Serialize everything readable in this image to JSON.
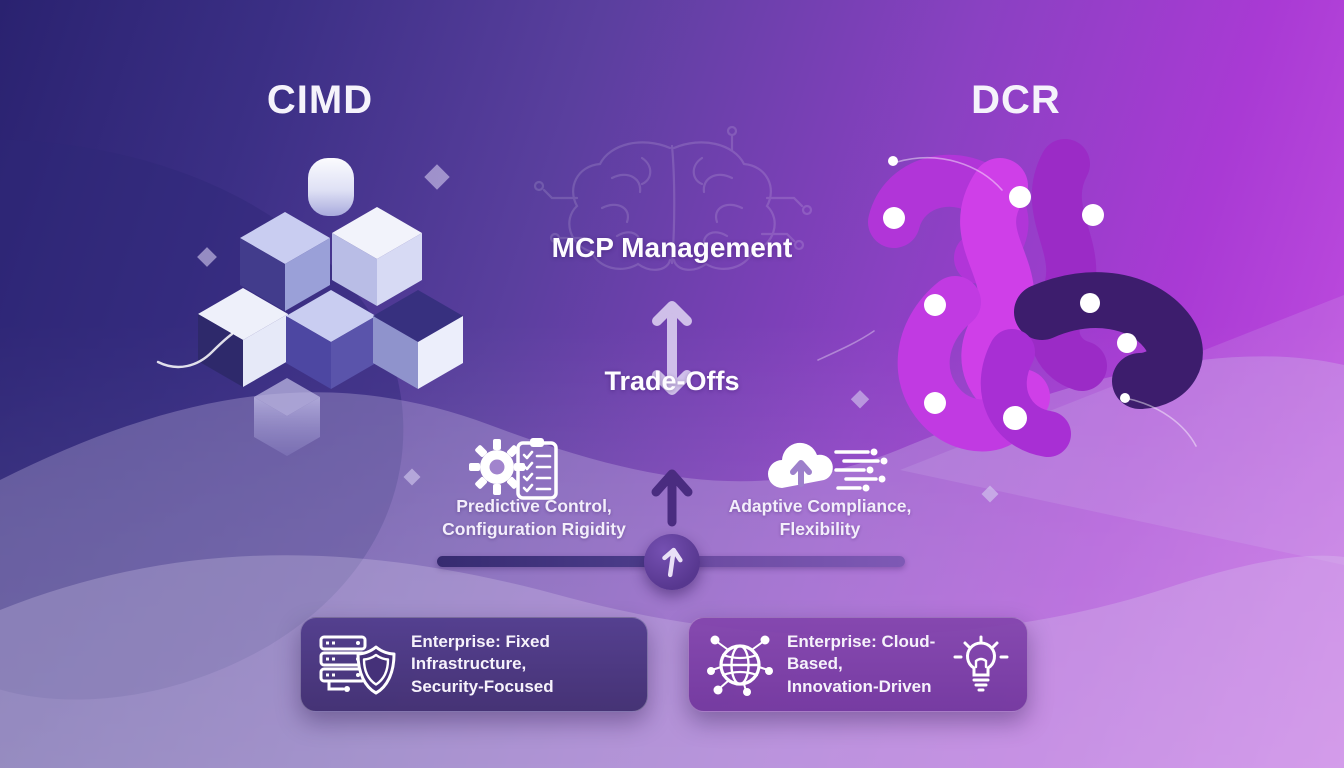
{
  "header": {
    "left_title": "CIMD",
    "right_title": "DCR"
  },
  "center": {
    "heading": "MCP Management",
    "subheading": "Trade-Offs"
  },
  "tradeoff_labels": {
    "left": {
      "line1": "Predictive Control,",
      "line2": "Configuration Rigidity"
    },
    "right": {
      "line1": "Adaptive Compliance,",
      "line2": "Flexibility"
    }
  },
  "slider": {
    "position_percent": 50
  },
  "cards": {
    "left": {
      "line1": "Enterprise: Fixed Infrastructure,",
      "line2": "Security-Focused"
    },
    "right": {
      "line1": "Enterprise: Cloud-Based,",
      "line2": "Innovation-Driven"
    }
  },
  "icons": [
    "gear-icon",
    "checklist-clipboard-icon",
    "cloud-upload-icon",
    "data-lines-icon",
    "up-arrow-icon",
    "double-vertical-arrow-icon",
    "slider-handle-arrow-icon",
    "server-shield-icon",
    "network-globe-icon",
    "lightbulb-icon",
    "brain-circuit-icon",
    "isometric-cubes-illustration",
    "fluid-network-illustration"
  ],
  "colors": {
    "bg_top_left": "#2a2270",
    "bg_top_right": "#a236ce",
    "bg_bottom_left": "#5d59a7",
    "bg_bottom_right": "#cd5ce6",
    "blob_magenta": "#cb3ce6",
    "blob_dark": "#3d1d6d",
    "cube_dark_face": "#2e296b",
    "cube_light_face": "#f2f3fb",
    "slider_track_dark": "#362b70",
    "slider_track_light": "#7e59b5",
    "slider_knob": "#57378f",
    "arrow_dark": "#4a2c80",
    "card_left_bg": "#473379",
    "card_right_bg": "#7a3ba2",
    "text": "#f5f3fb"
  }
}
